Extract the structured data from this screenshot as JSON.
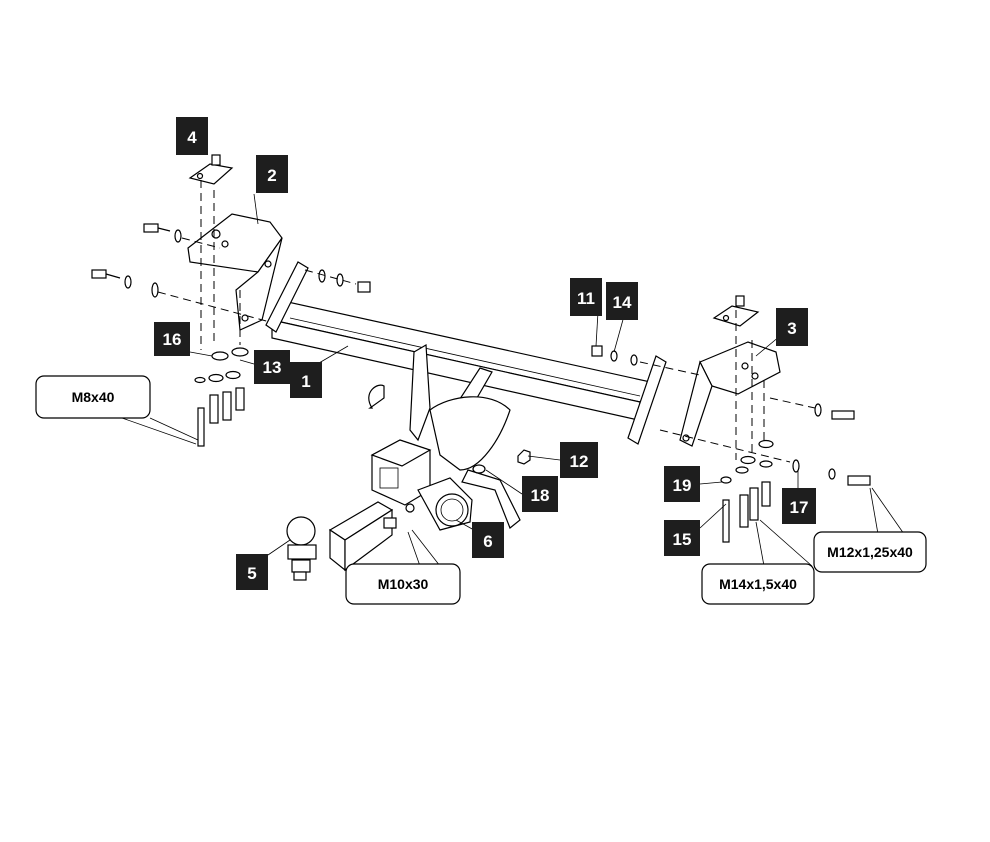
{
  "part_labels": {
    "p1": "1",
    "p2": "2",
    "p3": "3",
    "p4": "4",
    "p5": "5",
    "p6": "6",
    "p11": "11",
    "p12": "12",
    "p13": "13",
    "p14": "14",
    "p15": "15",
    "p16": "16",
    "p17": "17",
    "p18": "18",
    "p19": "19"
  },
  "callouts": {
    "m8x40": "M8x40",
    "m10x30": "M10x30",
    "m14x15x40": "M14x1,5x40",
    "m12x125x40": "M12x1,25x40"
  },
  "colors": {
    "label_bg": "#1e1e1e",
    "label_text": "#ffffff",
    "line": "#000000"
  }
}
